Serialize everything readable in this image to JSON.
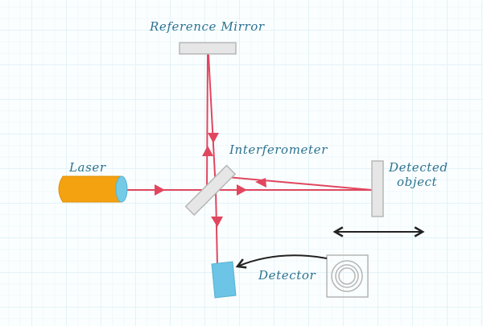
{
  "diagram": {
    "title": "Laser interferometer schematic",
    "labels": {
      "reference_mirror": "Reference Mirror",
      "laser": "Laser",
      "interferometer": "Interferometer",
      "detected_object_line1": "Detected",
      "detected_object_line2": "object",
      "detector": "Detector"
    },
    "colors": {
      "beam": "#e0475e",
      "laser_body": "#f4a20f",
      "laser_lens": "#74cbe6",
      "mirror_fill": "#e6e6e6",
      "mirror_stroke": "#b7b7b7",
      "detector_fill": "#6cc4e6",
      "label_text": "#2b7290",
      "arrow": "#222222"
    },
    "components": [
      {
        "id": "laser",
        "kind": "laser-source"
      },
      {
        "id": "beam-splitter",
        "kind": "beam-splitter",
        "label_ref": "interferometer"
      },
      {
        "id": "reference-mirror",
        "kind": "mirror"
      },
      {
        "id": "detected-object",
        "kind": "movable-mirror"
      },
      {
        "id": "detector",
        "kind": "photodetector"
      },
      {
        "id": "interference-pattern",
        "kind": "fringe-display",
        "rings": 3
      }
    ],
    "connections": [
      {
        "from": "laser",
        "to": "beam-splitter",
        "type": "beam"
      },
      {
        "from": "beam-splitter",
        "to": "reference-mirror",
        "type": "beam"
      },
      {
        "from": "reference-mirror",
        "to": "beam-splitter",
        "type": "beam"
      },
      {
        "from": "beam-splitter",
        "to": "detected-object",
        "type": "beam"
      },
      {
        "from": "detected-object",
        "to": "beam-splitter",
        "type": "beam"
      },
      {
        "from": "beam-splitter",
        "to": "detector",
        "type": "beam"
      },
      {
        "from": "interference-pattern",
        "to": "detector",
        "type": "curved-arrow"
      }
    ],
    "motion_indicator": "double-headed-arrow"
  }
}
